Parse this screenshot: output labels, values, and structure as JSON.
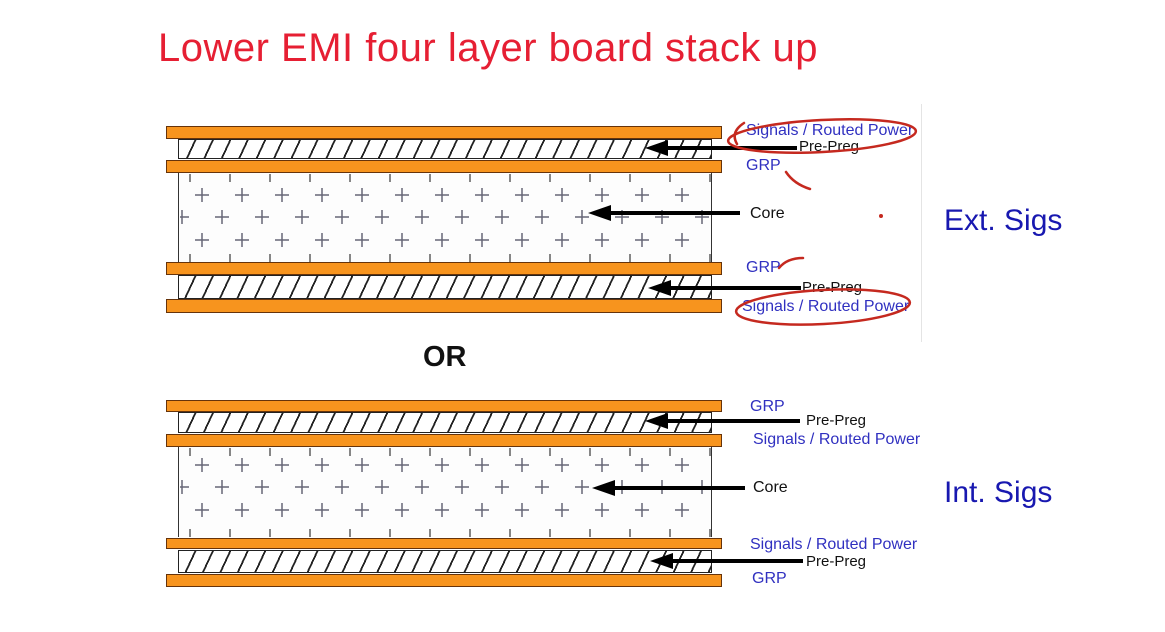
{
  "slide": {
    "title": "Lower EMI four layer board stack up",
    "or_label": "OR"
  },
  "colors": {
    "copper_orange": "#F7941E",
    "label_blue": "#3030C0",
    "side_label_blue": "#1818B0",
    "title_red": "#E61F33",
    "annotation_red": "#C5291F"
  },
  "stack_ext": {
    "side_label": "Ext. Sigs",
    "layers": {
      "signals_top": "Signals / Routed Power",
      "prepreg_top": "Pre-Preg",
      "grp_top": "GRP",
      "core": "Core",
      "grp_bottom": "GRP",
      "prepreg_bottom": "Pre-Preg",
      "signals_bottom": "Signals / Routed Power"
    }
  },
  "stack_int": {
    "side_label": "Int. Sigs",
    "layers": {
      "grp_top": "GRP",
      "prepreg_top": "Pre-Preg",
      "signals_top": "Signals / Routed Power",
      "core": "Core",
      "signals_bottom": "Signals / Routed Power",
      "prepreg_bottom": "Pre-Preg",
      "grp_bottom": "GRP"
    }
  }
}
